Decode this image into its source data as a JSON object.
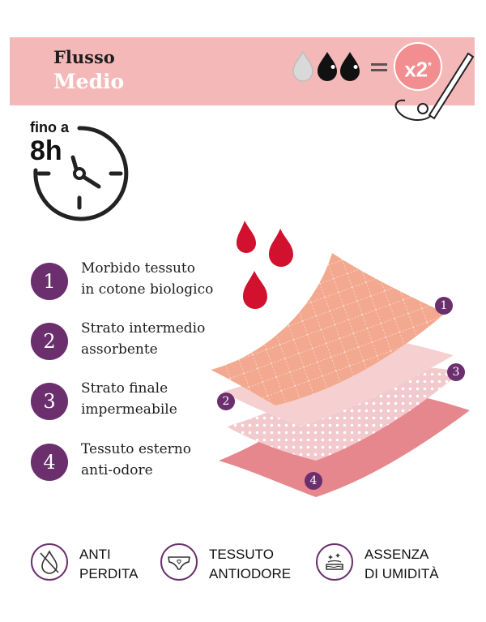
{
  "header": {
    "flow_line1": "Flusso",
    "flow_line2": "Medio",
    "equivalent": "x2",
    "equivalent_mark": "*"
  },
  "clock": {
    "line1": "fino a",
    "line2": "8h"
  },
  "features": [
    {
      "number": "1",
      "text": "Morbido tessuto\nin cotone biologico"
    },
    {
      "number": "2",
      "text": "Strato intermedio\nassorbente"
    },
    {
      "number": "3",
      "text": "Strato finale\nimpermeabile"
    },
    {
      "number": "4",
      "text": "Tessuto esterno\nanti-odore"
    }
  ],
  "layer_badges": [
    "1",
    "2",
    "3",
    "4"
  ],
  "benefits": [
    {
      "icon": "no-leak-drop-icon",
      "label": "ANTI\nPERDITA"
    },
    {
      "icon": "underwear-icon",
      "label": "TESSUTO\nANTIODORE"
    },
    {
      "icon": "dry-layers-icon",
      "label": "ASSENZA\nDI UMIDITÀ"
    }
  ],
  "colors": {
    "banner": "#f5b8b8",
    "accent": "#6b2f6e",
    "drop_red": "#d1112e",
    "layer_peach": "#f3a98f",
    "layer_pink": "#f6d0d0",
    "layer_rose": "#e6868d"
  }
}
